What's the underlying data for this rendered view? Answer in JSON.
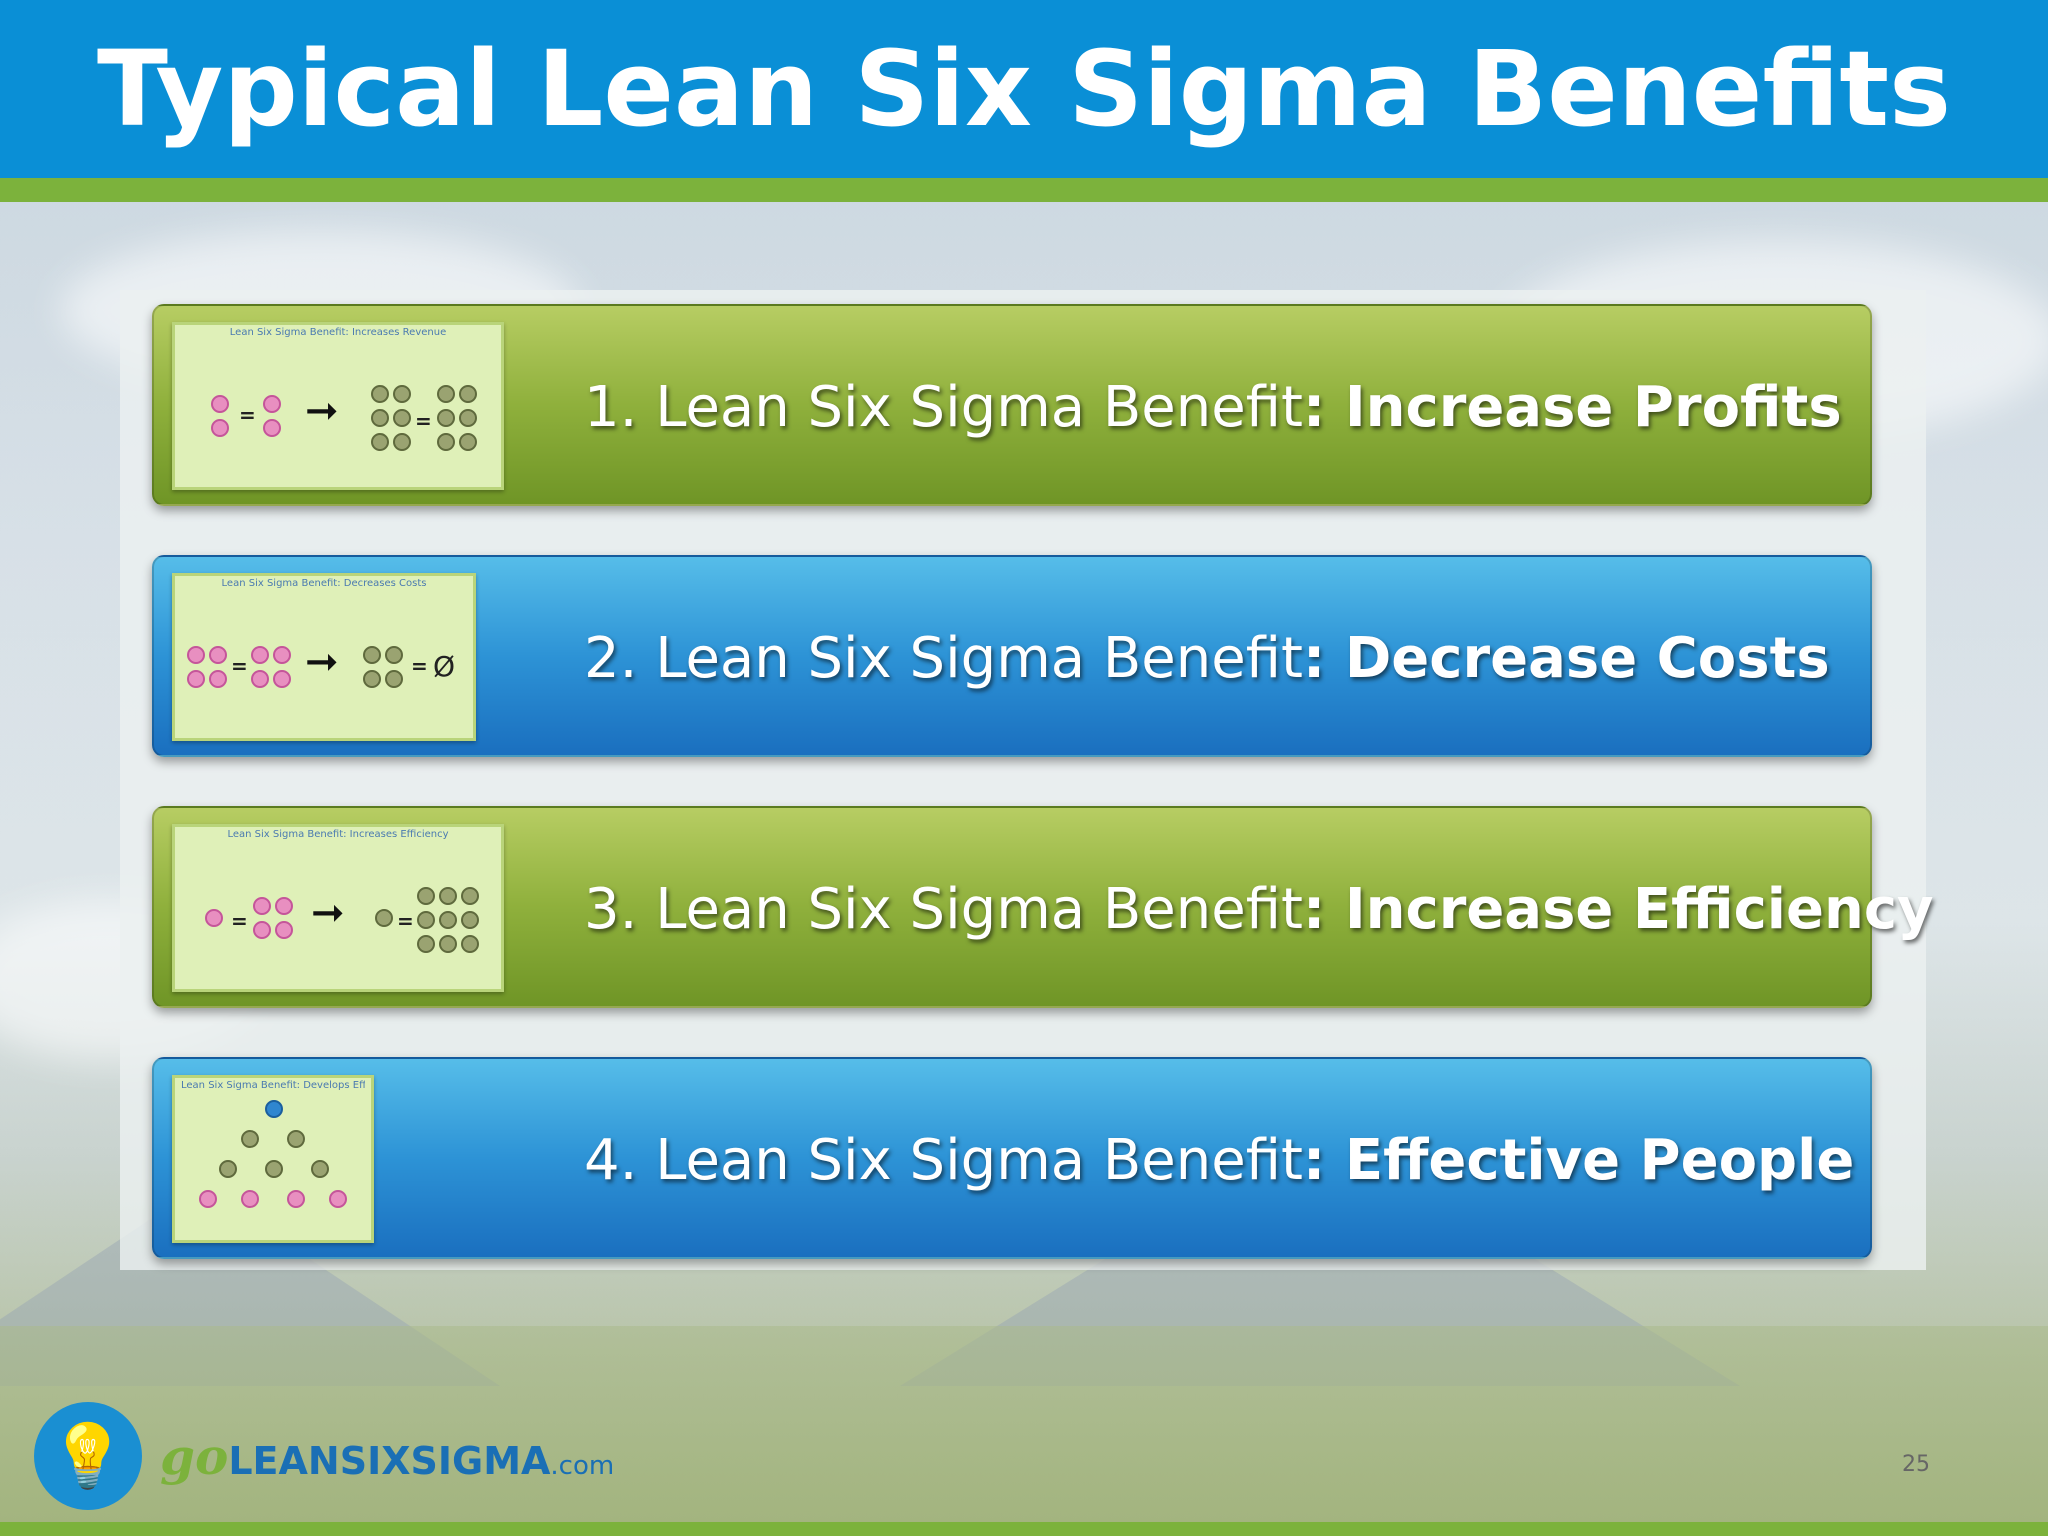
{
  "slide": {
    "title": "Typical Lean Six Sigma Benefits",
    "page_number": "25"
  },
  "benefits": [
    {
      "prefix": "1. Lean Six Sigma Benefit",
      "emphasis": ": Increase Profits",
      "color": "green",
      "thumb_caption": "Lean Six Sigma Benefit: Increases Revenue"
    },
    {
      "prefix": "2. Lean Six Sigma Benefit",
      "emphasis": ": Decrease Costs",
      "color": "blue",
      "thumb_caption": "Lean Six Sigma Benefit: Decreases Costs"
    },
    {
      "prefix": "3. Lean Six Sigma Benefit",
      "emphasis": ": Increase Efficiency",
      "color": "green",
      "thumb_caption": "Lean Six Sigma Benefit: Increases Efficiency"
    },
    {
      "prefix": "4. Lean Six Sigma Benefit",
      "emphasis": ": Effective People",
      "color": "blue",
      "thumb_caption": "Lean Six Sigma Benefit: Develops Effective People"
    }
  ],
  "logo": {
    "go": "go",
    "name": "LEANSIXSIGMA",
    "suffix": ".com",
    "icon": "lightbulb-icon"
  },
  "colors": {
    "header_blue": "#0a8fd6",
    "accent_green": "#7cb23c"
  }
}
